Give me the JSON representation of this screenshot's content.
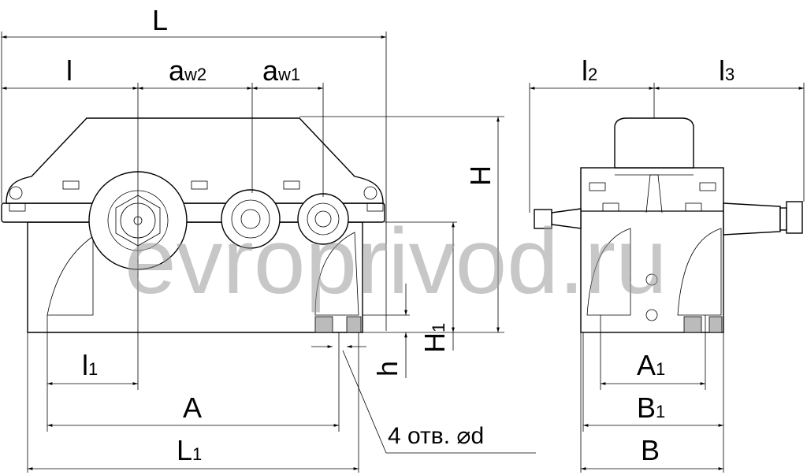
{
  "drawing": {
    "labels": {
      "L": "L",
      "l": "l",
      "aw2_main": "a",
      "aw2_sub": "w2",
      "aw1_main": "a",
      "aw1_sub": "w1",
      "l2_main": "l",
      "l2_sub": "2",
      "l3_main": "l",
      "l3_sub": "3",
      "H": "H",
      "H1_main": "H",
      "H1_sub": "1",
      "h": "h",
      "l1_main": "l",
      "l1_sub": "1",
      "A": "A",
      "L1_main": "L",
      "L1_sub": "1",
      "A1_main": "A",
      "A1_sub": "1",
      "B1_main": "B",
      "B1_sub": "1",
      "B": "B",
      "holes_note": "4 отв. ⌀d"
    },
    "watermark": "evroprivod.ru"
  }
}
